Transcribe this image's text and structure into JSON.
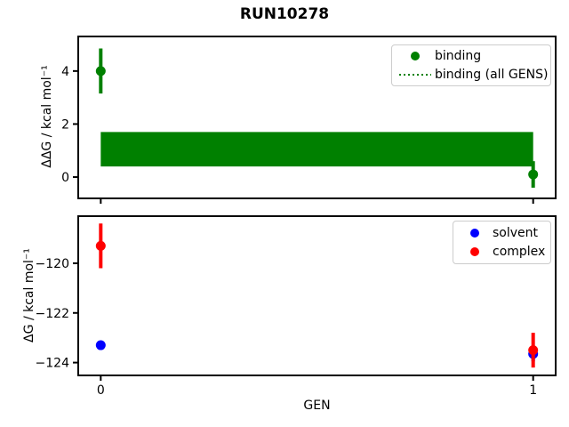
{
  "figure": {
    "title": "RUN10278",
    "background": "#ffffff"
  },
  "chart_data": [
    {
      "type": "scatter",
      "title": "",
      "ylabel": "ΔΔG / kcal mol⁻¹",
      "xlabel": "",
      "xlim": [
        -0.05,
        1.05
      ],
      "ylim": [
        -0.77,
        5.27
      ],
      "yticks": [
        0,
        2,
        4
      ],
      "xticks": [
        0,
        1
      ],
      "xtick_labels_visible": false,
      "grid": false,
      "legend_position": "upper right",
      "series": [
        {
          "name": "binding",
          "type": "errorbar-scatter",
          "color": "#008000",
          "x": [
            0,
            1
          ],
          "y": [
            4.0,
            0.1
          ],
          "yerr": [
            0.85,
            0.5
          ]
        },
        {
          "name": "binding (all GENS)",
          "type": "band",
          "color": "#008000",
          "line_style": "dotted",
          "x": [
            0,
            1
          ],
          "mean": 1.05,
          "low": 0.4,
          "high": 1.7
        }
      ]
    },
    {
      "type": "scatter",
      "title": "",
      "ylabel": "ΔG / kcal mol⁻¹",
      "xlabel": "GEN",
      "xlim": [
        -0.05,
        1.05
      ],
      "ylim": [
        -124.48,
        -118.14
      ],
      "yticks": [
        -124,
        -122,
        -120
      ],
      "xticks": [
        0,
        1
      ],
      "xtick_labels_visible": true,
      "grid": false,
      "legend_position": "upper right",
      "series": [
        {
          "name": "solvent",
          "type": "errorbar-scatter",
          "color": "#0000ff",
          "x": [
            0,
            1
          ],
          "y": [
            -123.3,
            -123.65
          ],
          "yerr": [
            0.12,
            0.3
          ]
        },
        {
          "name": "complex",
          "type": "errorbar-scatter",
          "color": "#ff0000",
          "x": [
            0,
            1
          ],
          "y": [
            -119.3,
            -123.5
          ],
          "yerr": [
            0.9,
            0.7
          ]
        }
      ]
    }
  ]
}
